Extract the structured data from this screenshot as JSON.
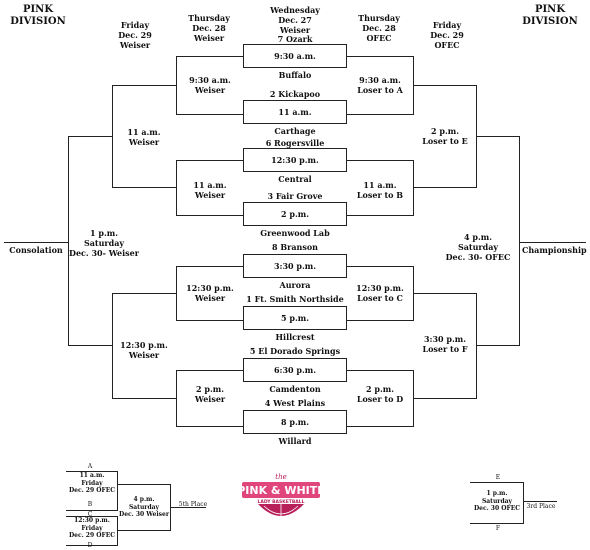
{
  "header": {
    "left_title_line1": "PINK",
    "left_title_line2": "DIVISION",
    "right_title_line1": "PINK",
    "right_title_line2": "DIVISION",
    "col_friday_l": [
      "Friday",
      "Dec. 29",
      "Weiser"
    ],
    "col_thursday_l": [
      "Thursday",
      "Dec. 28",
      "Weiser"
    ],
    "col_wednesday": [
      "Wednesday",
      "Dec. 27",
      "Weiser"
    ],
    "col_thursday_r": [
      "Thursday",
      "Dec. 28",
      "OFEC"
    ],
    "col_friday_r": [
      "Friday",
      "Dec. 29",
      "OFEC"
    ]
  },
  "teams": {
    "t1": "7 Ozark",
    "t2": "Buffalo",
    "t3": "2 Kickapoo",
    "t4": "Carthage",
    "t5": "6 Rogersville",
    "t6": "Central",
    "t7": "3 Fair Grove",
    "t8": "Greenwood Lab",
    "t9": "8 Branson",
    "t10": "Aurora",
    "t11": "1 Ft. Smith Northside",
    "t12": "Hillcrest",
    "t13": "5 El Dorado Springs",
    "t14": "Camdenton",
    "t15": "4 West Plains",
    "t16": "Willard"
  },
  "first_round_times": {
    "g1": "9:30 a.m.",
    "g2": "11 a.m.",
    "g3": "12:30 p.m.",
    "g4": "2 p.m.",
    "g5": "3:30 p.m.",
    "g6": "5 p.m.",
    "g7": "6:30 p.m.",
    "g8": "8 p.m."
  },
  "left": {
    "qf1": [
      "9:30 a.m.",
      "Weiser"
    ],
    "qf2": [
      "11 a.m.",
      "Weiser"
    ],
    "qf3": [
      "12:30 p.m.",
      "Weiser"
    ],
    "qf4": [
      "2 p.m.",
      "Weiser"
    ],
    "sf1": [
      "11 a.m.",
      "Weiser"
    ],
    "sf2": [
      "12:30 p.m.",
      "Weiser"
    ],
    "final": [
      "1 p.m.",
      "Saturday",
      "Dec. 30- Weiser"
    ],
    "final_label": "Consolation"
  },
  "right": {
    "qf1": [
      "9:30 a.m.",
      "Loser to A"
    ],
    "qf2": [
      "11 a.m.",
      "Loser to B"
    ],
    "qf3": [
      "12:30  p.m.",
      "Loser to C"
    ],
    "qf4": [
      "2 p.m.",
      "Loser to D"
    ],
    "sf1": [
      "2 p.m.",
      "Loser to E"
    ],
    "sf2": [
      "3:30 p.m.",
      "Loser to F"
    ],
    "final": [
      "4 p.m.",
      "Saturday",
      "Dec. 30- OFEC"
    ],
    "final_label": "Championship"
  },
  "mini_left": {
    "a": "A",
    "b": "B",
    "c": "C",
    "d": "D",
    "game1": [
      "11 a.m.",
      "Friday",
      "Dec. 29 OFEC"
    ],
    "game2": [
      "12:30 p.m.",
      "Friday",
      "Dec. 29 OFEC"
    ],
    "final": [
      "4 p.m.",
      "Saturday",
      "Dec. 30 Weiser"
    ],
    "result": "5th Place"
  },
  "mini_right": {
    "e": "E",
    "f": "F",
    "final": [
      "1 p.m.",
      "Saturday",
      "Dec. 30 OFEC"
    ],
    "result": "3rd Place"
  },
  "logo": {
    "line1": "the",
    "line2": "PINK & WHITE",
    "line3": "LADY BASKETBALL",
    "colors": {
      "pink": "#e0457b",
      "dark": "#b8205a"
    }
  }
}
